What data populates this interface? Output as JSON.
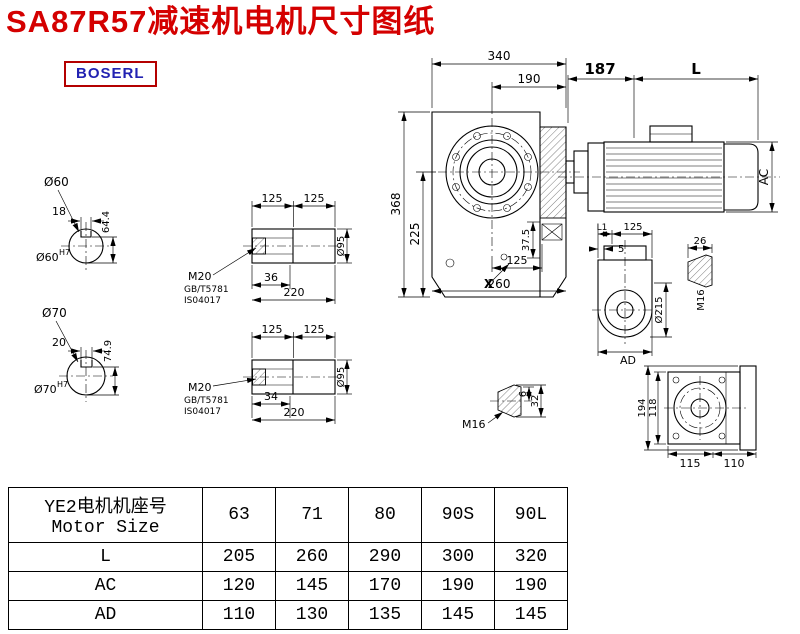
{
  "title": "SA87R57减速机电机尺寸图纸",
  "brand": "BOSERL",
  "dims": {
    "d340": "340",
    "d190": "190",
    "d187": "187",
    "dL": "L",
    "d368": "368",
    "d225": "225",
    "d37_5": "37.5",
    "d125": "125",
    "d260": "260",
    "dX": "X",
    "dAC": "AC",
    "o60": "Ø60",
    "d18": "18",
    "d64_4": "64.4",
    "h7": "H7",
    "o70": "Ø70",
    "d20": "20",
    "d74_9": "74.9",
    "m20": "M20",
    "gb": "GB/T5781",
    "iso": "IS04017",
    "d36": "36",
    "d34": "34",
    "d220": "220",
    "o95": "Ø95",
    "dL1": "L1",
    "d5": "5",
    "d26": "26",
    "m16": "M16",
    "o215": "Ø215",
    "dAD": "AD",
    "d194": "194",
    "d118": "118",
    "d115": "115",
    "d110": "110",
    "d6": "6",
    "d32": "32"
  },
  "table": {
    "row_header_cn": "YE2电机机座号",
    "row_header_en": "Motor Size",
    "columns": [
      "63",
      "71",
      "80",
      "90S",
      "90L"
    ],
    "rows": [
      {
        "label": "L",
        "values": [
          "205",
          "260",
          "290",
          "300",
          "320"
        ]
      },
      {
        "label": "AC",
        "values": [
          "120",
          "145",
          "170",
          "190",
          "190"
        ]
      },
      {
        "label": "AD",
        "values": [
          "110",
          "130",
          "135",
          "145",
          "145"
        ]
      }
    ]
  },
  "colors": {
    "title": "#d40000",
    "brand_text": "#2222b2",
    "brand_border": "#b40000",
    "line": "#000000"
  }
}
